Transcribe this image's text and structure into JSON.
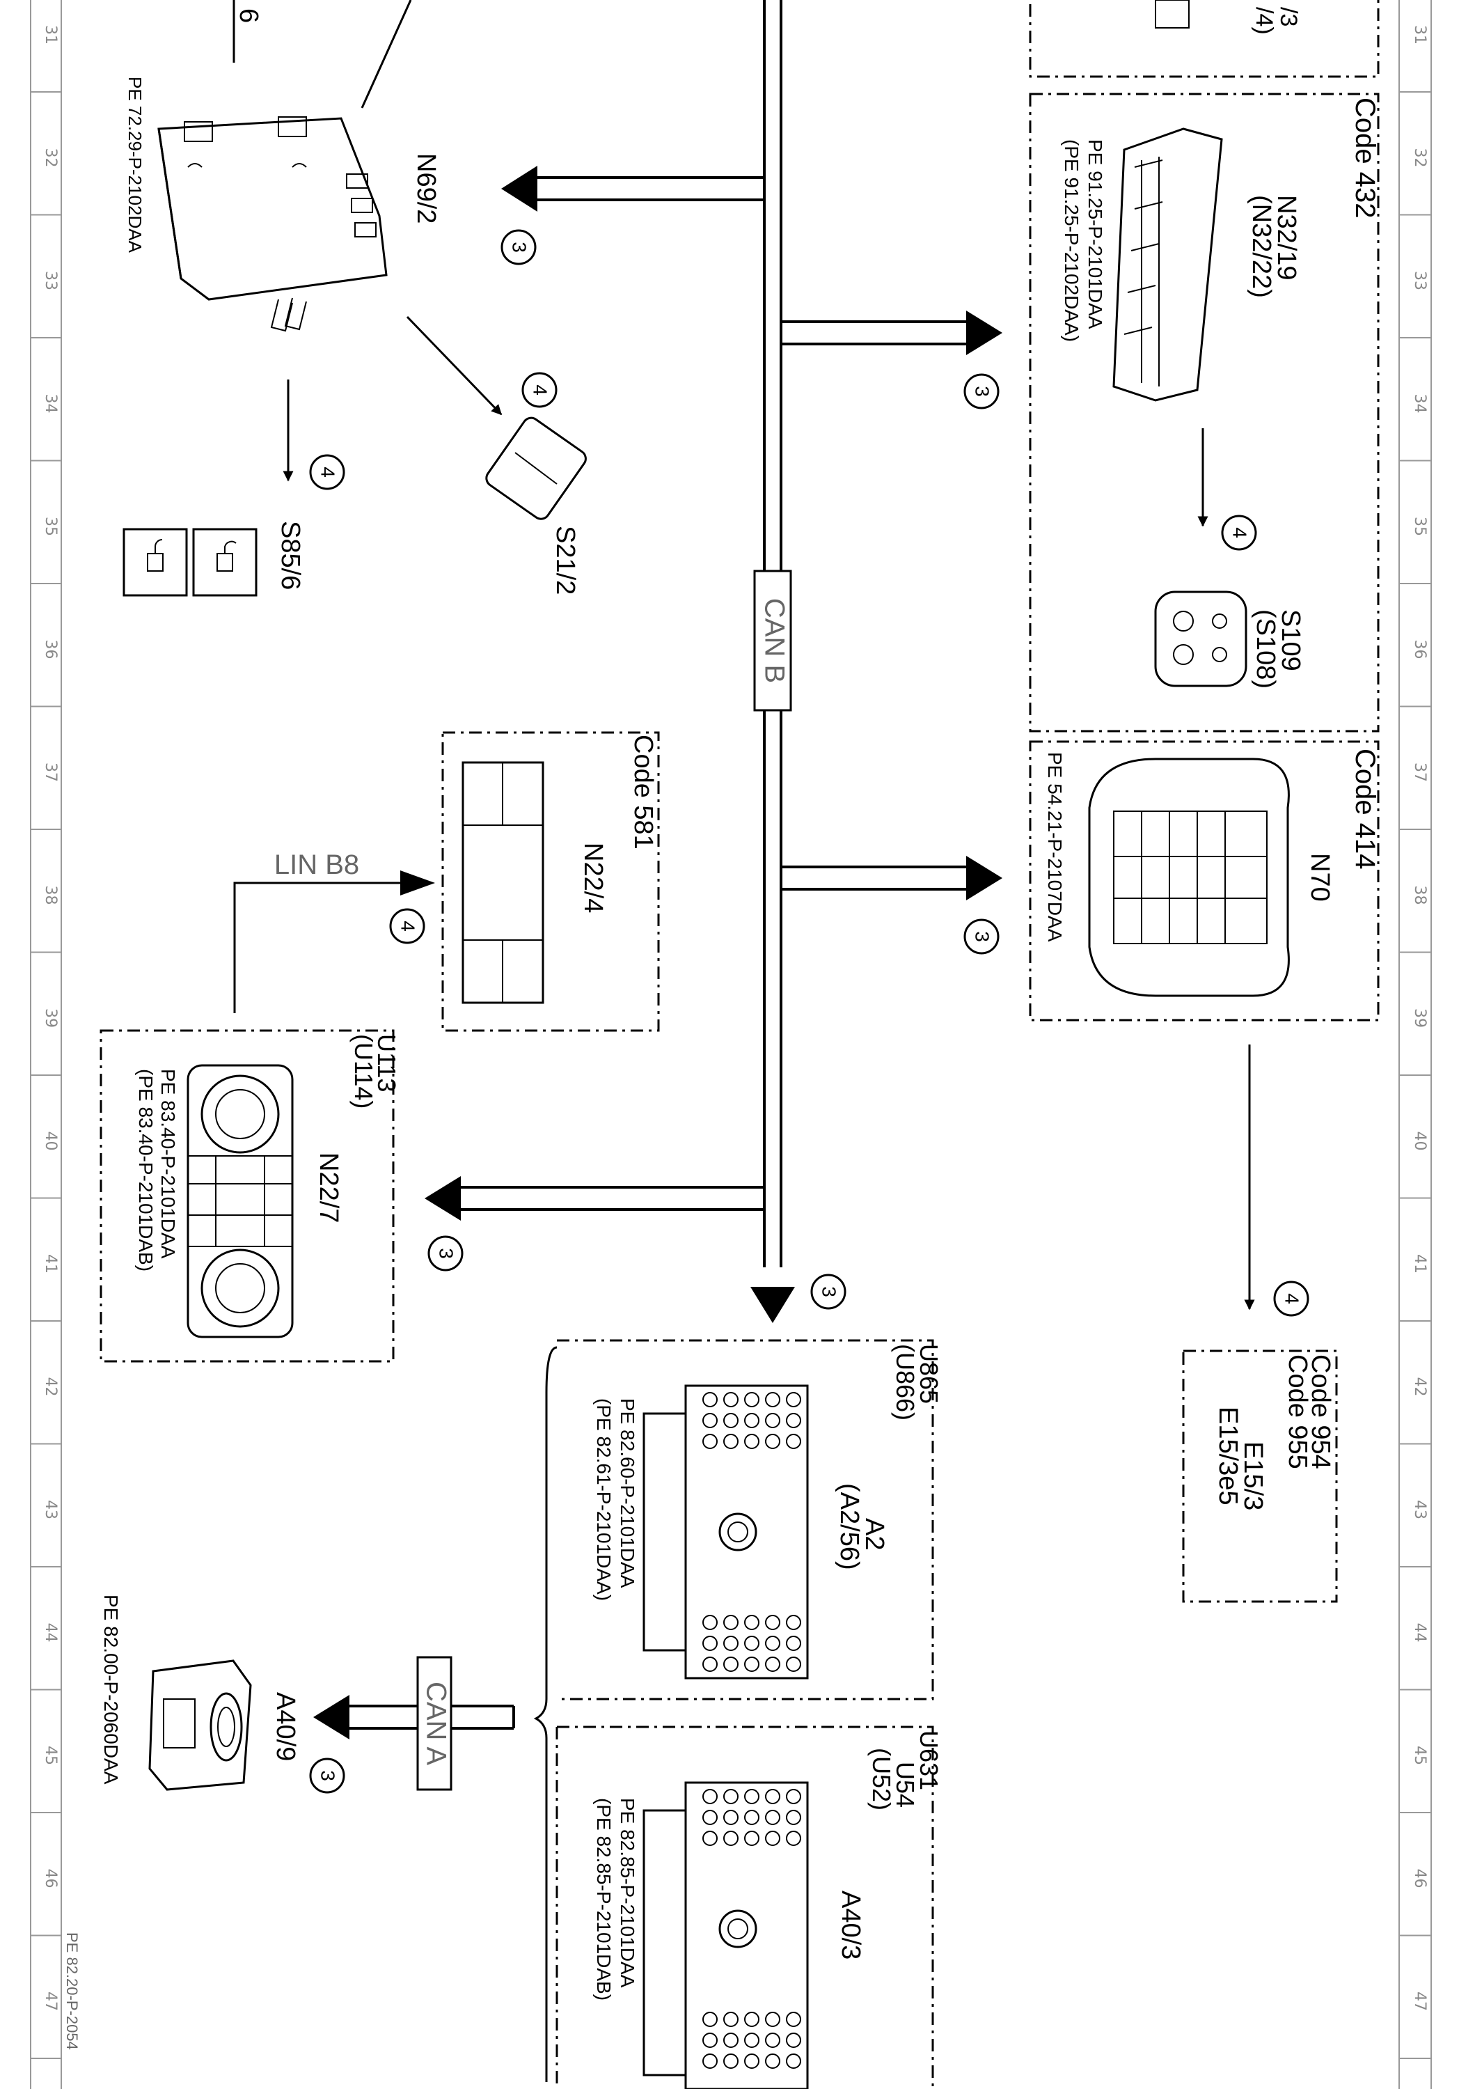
{
  "page": {
    "footer_code": "PE 82.20-P-2054",
    "column_numbers": [
      "31",
      "32",
      "33",
      "34",
      "35",
      "36",
      "37",
      "38",
      "39",
      "40",
      "41",
      "42",
      "43",
      "44",
      "45",
      "46",
      "47"
    ]
  },
  "buses": {
    "can_b": "CAN B",
    "can_a": "CAN A",
    "lin": "LIN B8"
  },
  "markers": {
    "three": "3",
    "four": "4"
  },
  "components": {
    "top_partial": {
      "line1": "/3",
      "line2": "/4)"
    },
    "n69_2": {
      "name": "N69/2",
      "ref": "PE 72.29-P-2102DAA",
      "top_label": "6"
    },
    "s85_6": {
      "name": "S85/6"
    },
    "s21_2": {
      "name": "S21/2"
    },
    "n32": {
      "code": "Code 432",
      "name": "N32/19",
      "alt": "(N32/22)",
      "ref1": "PE 91.25-P-2101DAA",
      "ref2": "(PE 91.25-P-2102DAA)"
    },
    "s109": {
      "name": "S109",
      "alt": "(S108)"
    },
    "n22_4": {
      "code": "Code 581",
      "name": "N22/4"
    },
    "n70": {
      "code": "Code 414",
      "name": "N70",
      "ref": "PE 54.21-P-2107DAA"
    },
    "n22_7": {
      "box1": "U113",
      "box2": "(U114)",
      "name": "N22/7",
      "ref1": "PE 83.40-P-2101DAA",
      "ref2": "(PE 83.40-P-2101DAB)"
    },
    "e15": {
      "code1": "Code 954",
      "code2": "Code 955",
      "name1": "E15/3",
      "name2": "E15/3e5"
    },
    "a2": {
      "box1": "U865",
      "box2": "(U866)",
      "name": "A2",
      "alt": "(A2/56)",
      "ref1": "PE 82.60-P-2101DAA",
      "ref2": "(PE 82.61-P-2101DAA)"
    },
    "a40_9": {
      "name": "A40/9",
      "ref": "PE 82.00-P-2060DAA"
    },
    "a40_3": {
      "box1": "U631",
      "box2": "U54",
      "box3": "(U52)",
      "name": "A40/3",
      "ref1": "PE 82.85-P-2101DAA",
      "ref2": "(PE 82.85-P-2101DAB)"
    }
  }
}
